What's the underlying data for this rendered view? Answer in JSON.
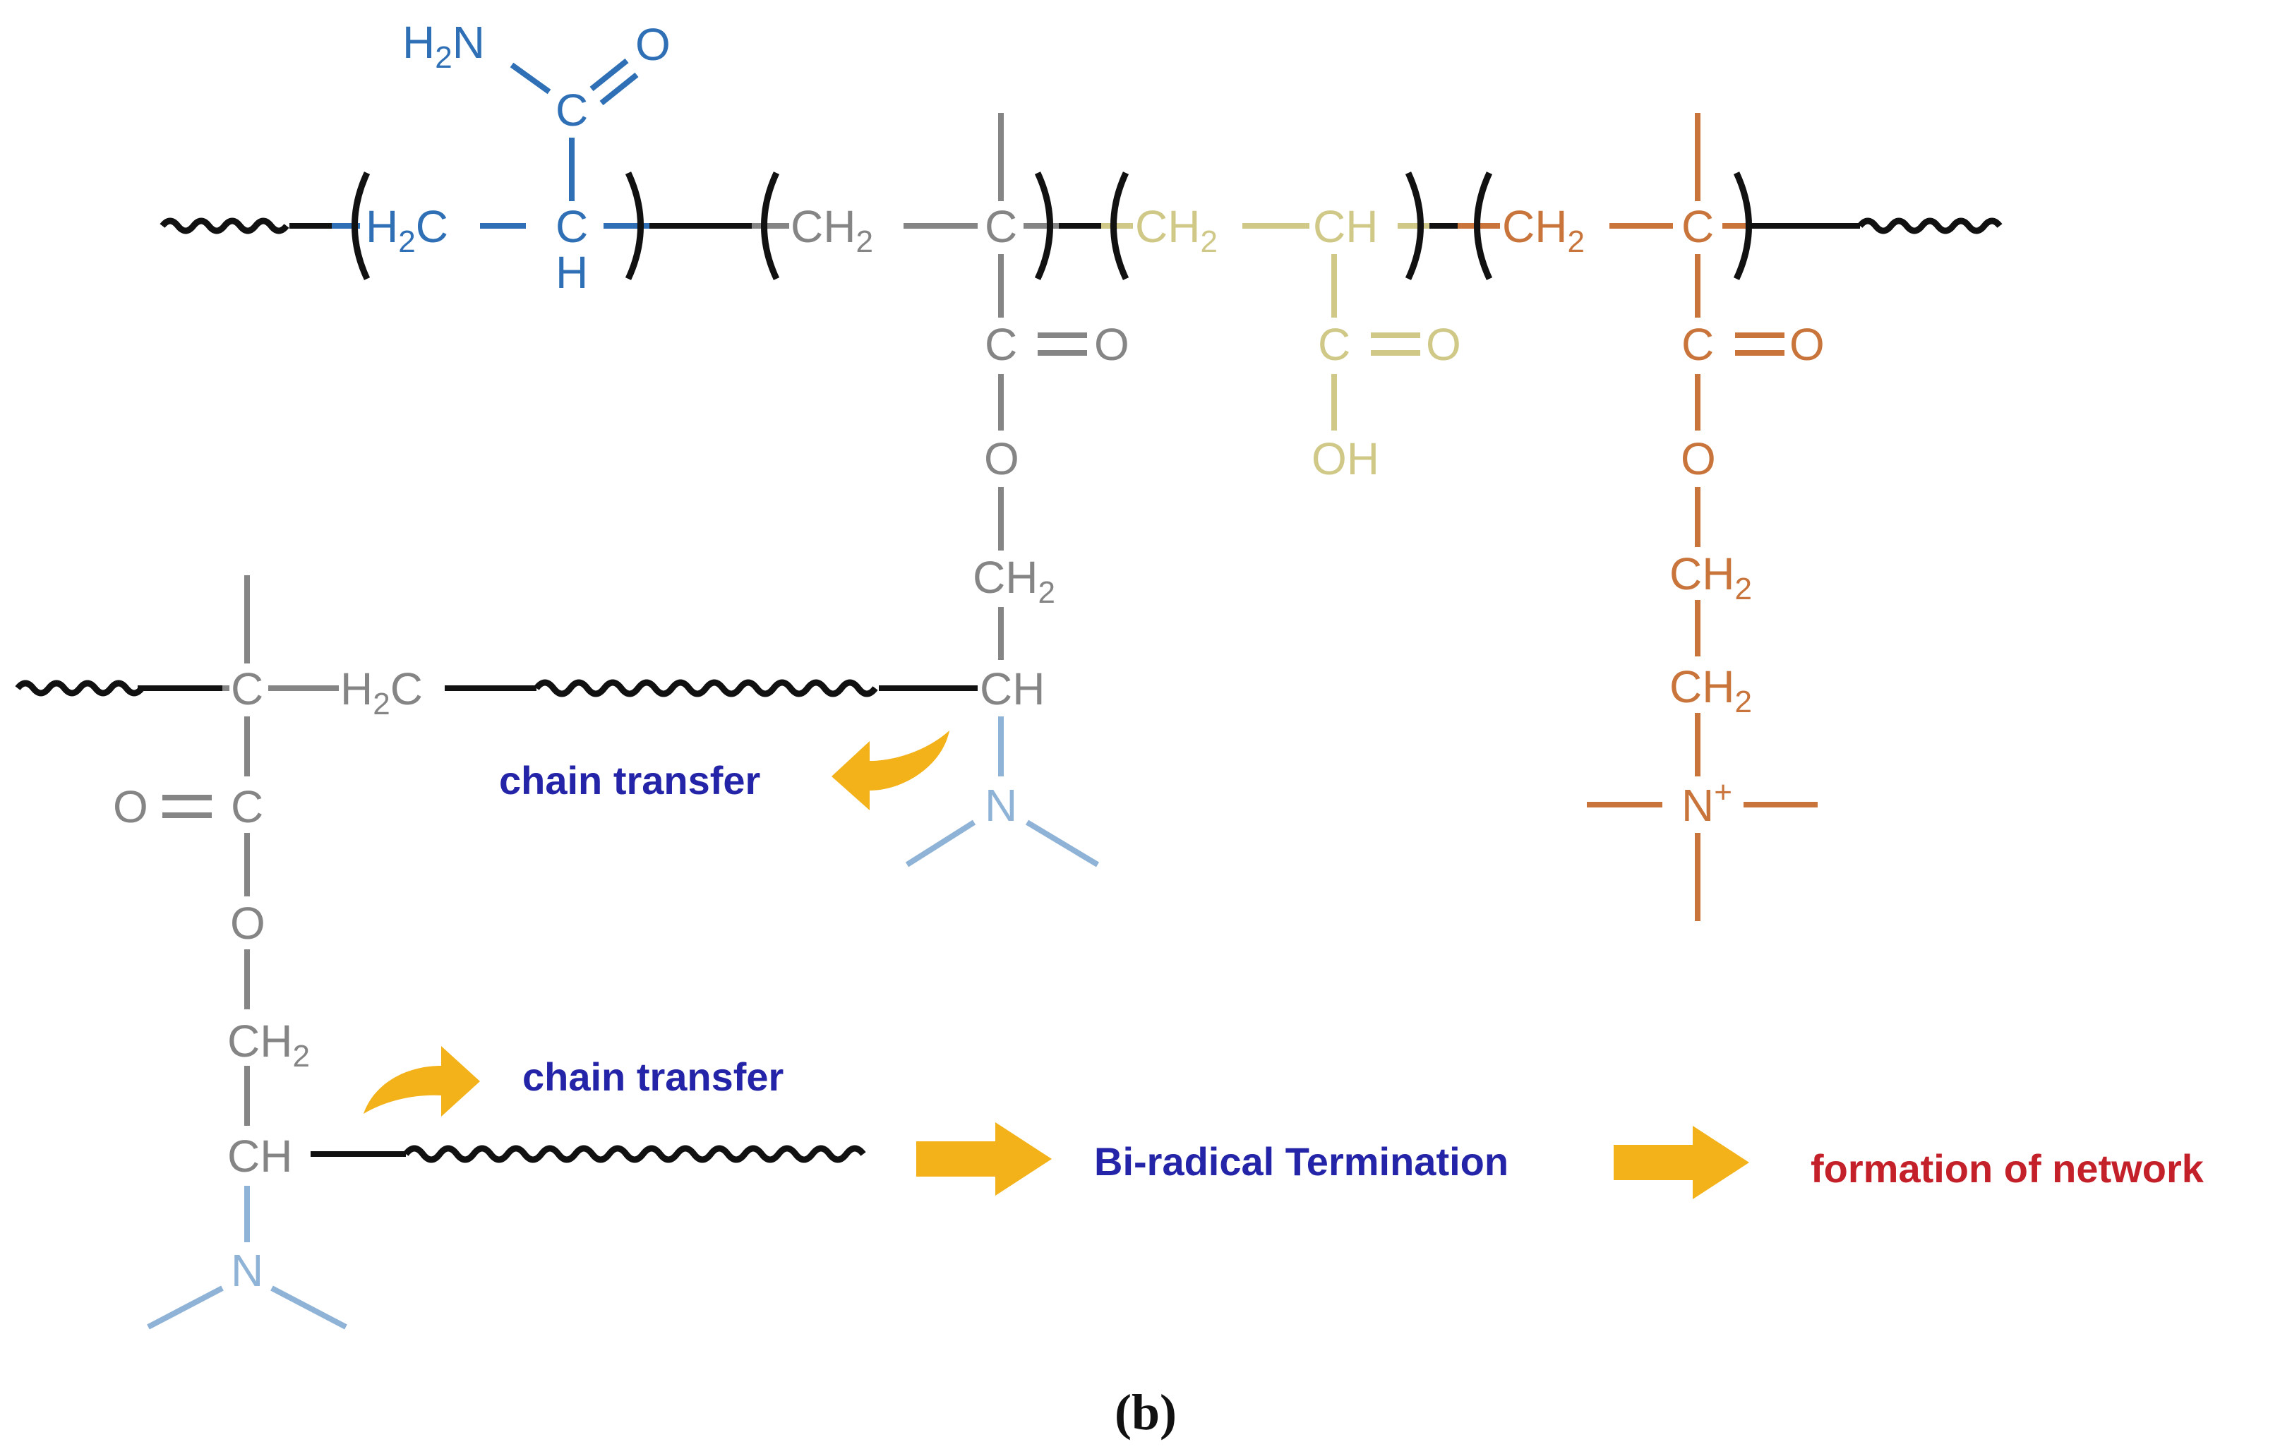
{
  "colors": {
    "backbone": "#111111",
    "acrylamide": "#2e6fb5",
    "methacrylate": "#858585",
    "acrylic_acid": "#cfc886",
    "quaternary": "#c8743a",
    "amine": "#8fb3d6",
    "arrow": "#f3b21a",
    "label_blue": "#2424a8",
    "label_red": "#c4202a"
  },
  "icons": {
    "arrow": "curved-arrow-icon",
    "block_arrow": "block-arrow-icon"
  },
  "atoms": {
    "H": "H",
    "C": "C",
    "O": "O",
    "N": "N",
    "OH": "OH",
    "CH": "CH",
    "H2N_H": "H",
    "H2N_2": "2",
    "H2N_N": "N",
    "H2C_H": "H",
    "H2C_2": "2",
    "H2C_C": "C",
    "CH2_CH": "CH",
    "CH2_2": "2",
    "Nplus_N": "N",
    "Nplus_plus": "+"
  },
  "labels": {
    "chain_transfer_1": "chain transfer",
    "chain_transfer_2": "chain transfer",
    "bi_radical": "Bi-radical Termination",
    "network": "formation of network",
    "caption": "(b)"
  }
}
